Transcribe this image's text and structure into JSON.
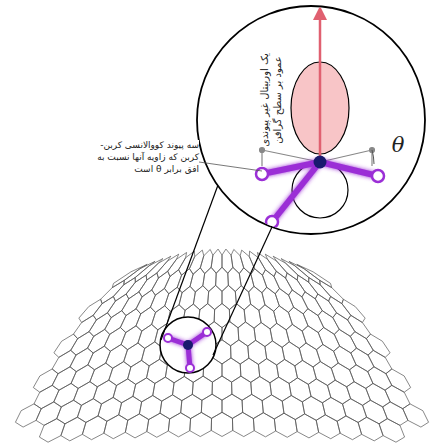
{
  "diagram": {
    "labels": [
      "یک اوربیتال غیر پیوندی عمود بر سطح گرافن",
      "سه پیوند کووالانسی کربن-کربن که زاویه آنها نسبت به افق برابر θ است",
      "θ"
    ]
  }
}
